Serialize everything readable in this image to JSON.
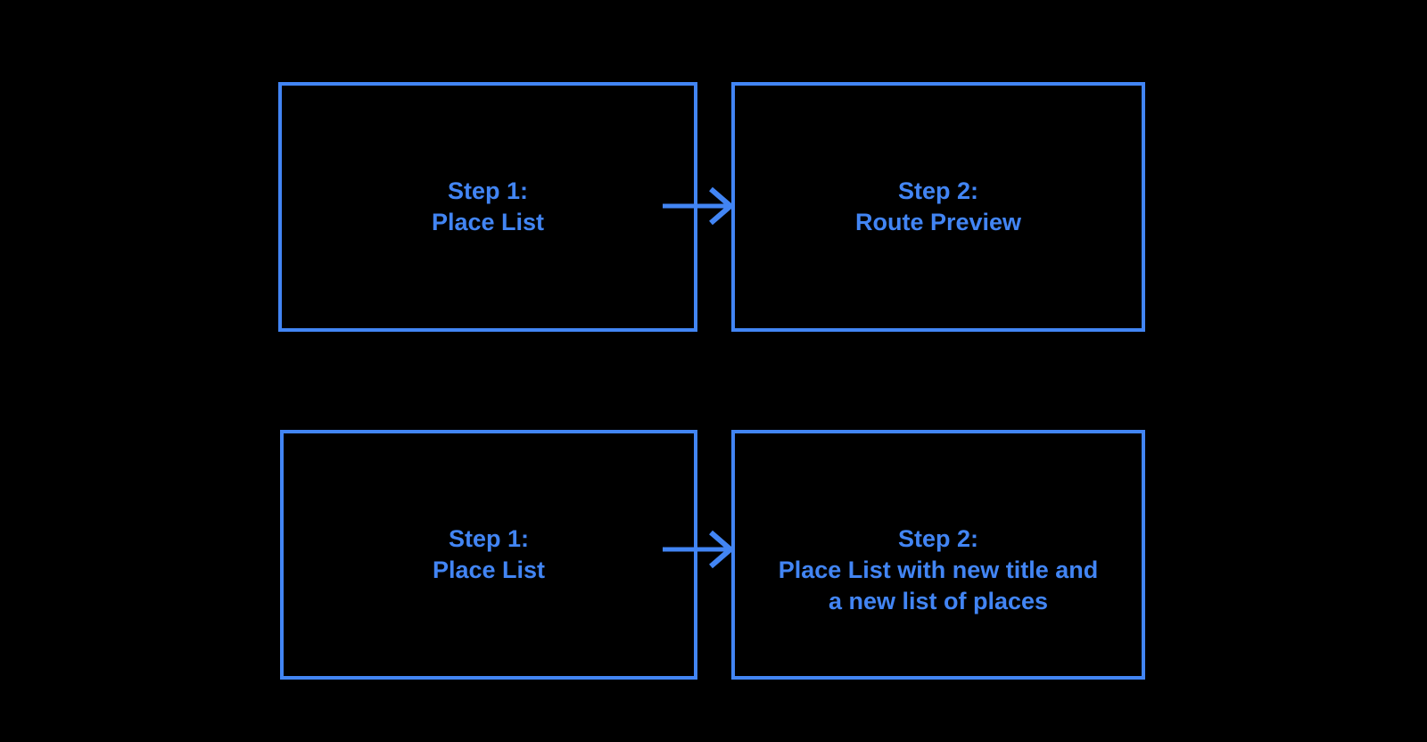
{
  "colors": {
    "background": "#000000",
    "accent": "#4285F4"
  },
  "diagram": {
    "boxes": [
      {
        "id": "flow1-step1",
        "lines": [
          "Step 1:",
          "Place List"
        ]
      },
      {
        "id": "flow1-step2",
        "lines": [
          "Step 2:",
          "Route Preview"
        ]
      },
      {
        "id": "flow2-step1",
        "lines": [
          "Step 1:",
          "Place List"
        ]
      },
      {
        "id": "flow2-step2",
        "lines": [
          "Step 2:",
          "Place List with new title and",
          "a new list of places"
        ]
      }
    ],
    "arrows": [
      {
        "from": "flow1-step1",
        "to": "flow1-step2",
        "direction": "right"
      },
      {
        "from": "flow2-step1",
        "to": "flow2-step2",
        "direction": "right"
      }
    ]
  }
}
